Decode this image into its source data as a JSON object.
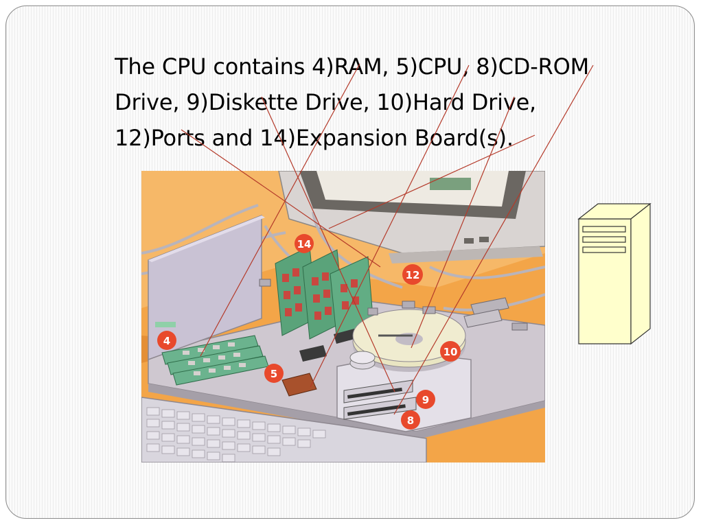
{
  "slide": {
    "text_lines": [
      "The CPU contains 4)RAM, 5)CPU, 8)CD-ROM",
      "Drive, 9)Diskette Drive, 10)Hard Drive,",
      "12)Ports and 14)Expansion Board(s)."
    ]
  },
  "illustration": {
    "callouts": [
      "14",
      "12",
      "4",
      "5",
      "10",
      "9",
      "8"
    ],
    "colors": {
      "callout_fill": "#e8492c",
      "leader_line": "#b43a2a",
      "background_orange": "#f3a548",
      "case_gray": "#c9c2cc",
      "board_green": "#5aa37a"
    }
  },
  "tower_icon": {
    "fill": "#ffffcc",
    "stroke": "#333333"
  }
}
